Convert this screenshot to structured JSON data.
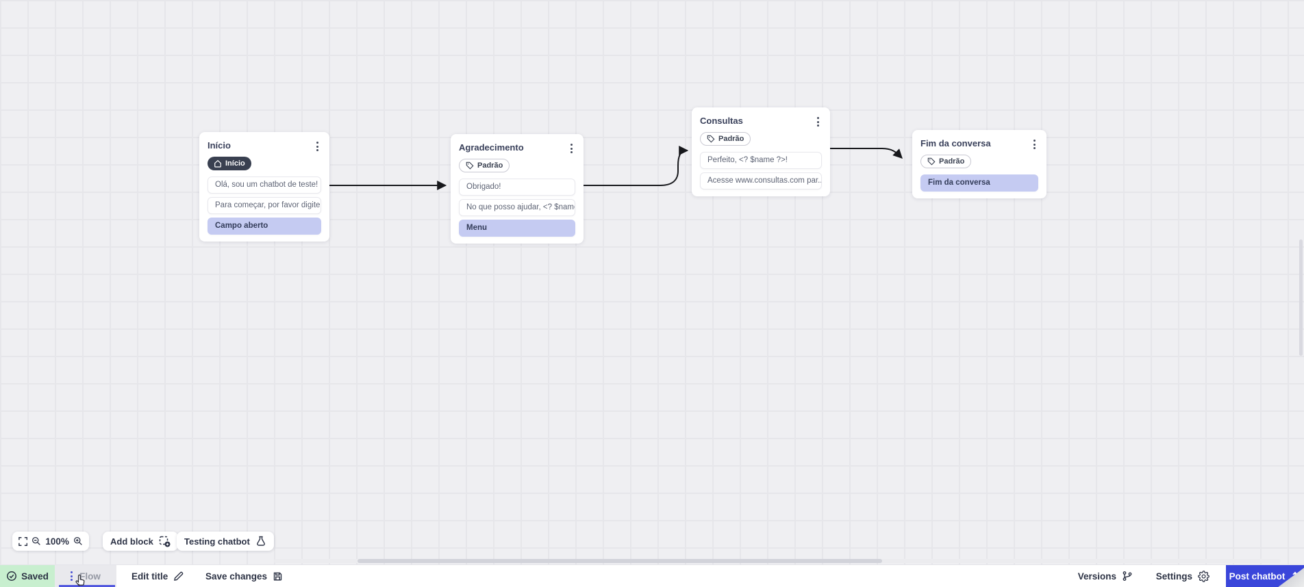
{
  "canvas": {
    "nodes": [
      {
        "title": "Início",
        "badge": {
          "label": "Início",
          "icon": "home-icon",
          "style": "dark"
        },
        "rows": [
          "Olá, sou um chatbot de teste!",
          "Para começar, por favor digite o ...",
          "Campo aberto"
        ]
      },
      {
        "title": "Agradecimento",
        "badge": {
          "label": "Padrão",
          "icon": "tag-icon",
          "style": "outline"
        },
        "rows": [
          "Obrigado!",
          "No que posso ajudar, <? $name ...",
          "Menu"
        ]
      },
      {
        "title": "Consultas",
        "badge": {
          "label": "Padrão",
          "icon": "tag-icon",
          "style": "outline"
        },
        "rows": [
          "Perfeito, <? $name ?>!",
          "Acesse www.consultas.com par..."
        ]
      },
      {
        "title": "Fim da conversa",
        "badge": {
          "label": "Padrão",
          "icon": "tag-icon",
          "style": "outline"
        },
        "rows": [
          "Fim da conversa"
        ]
      }
    ]
  },
  "toolbar": {
    "zoom_level": "100%",
    "add_block_label": "Add block",
    "testing_label": "Testing chatbot"
  },
  "statusbar": {
    "saved_label": "Saved",
    "flow_tab_label": "Flow",
    "edit_title_label": "Edit title",
    "save_changes_label": "Save changes",
    "versions_label": "Versions",
    "settings_label": "Settings",
    "post_button_label": "Post chatbot"
  },
  "colors": {
    "accent_indigo": "#3a46da",
    "highlight_row": "#c5cbf2",
    "saved_green": "#c8efcf",
    "edge_black": "#17181c",
    "canvas_bg": "#efeff2"
  }
}
